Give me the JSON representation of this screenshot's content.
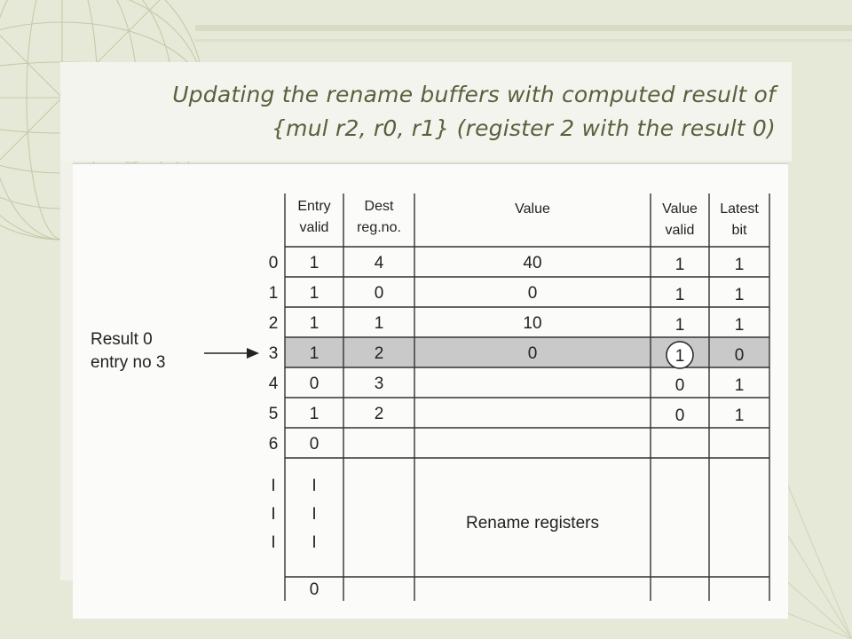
{
  "slide": {
    "title_line1": "Updating the rename buffers with computed result of",
    "title_line2": "{mul r2, r0, r1} (register 2 with the result 0)"
  },
  "figure": {
    "headers": {
      "entry_valid_1": "Entry",
      "entry_valid_2": "valid",
      "dest_1": "Dest",
      "dest_2": "reg.no.",
      "value": "Value",
      "value_valid_1": "Value",
      "value_valid_2": "valid",
      "latest_1": "Latest",
      "latest_2": "bit"
    },
    "rows": [
      {
        "index": "0",
        "entry_valid": "1",
        "dest": "4",
        "value": "40",
        "value_valid": "1",
        "latest": "1"
      },
      {
        "index": "1",
        "entry_valid": "1",
        "dest": "0",
        "value": "0",
        "value_valid": "1",
        "latest": "1"
      },
      {
        "index": "2",
        "entry_valid": "1",
        "dest": "1",
        "value": "10",
        "value_valid": "1",
        "latest": "1"
      },
      {
        "index": "3",
        "entry_valid": "1",
        "dest": "2",
        "value": "0",
        "value_valid": "1",
        "latest": "0",
        "highlighted": true
      },
      {
        "index": "4",
        "entry_valid": "0",
        "dest": "3",
        "value": "",
        "value_valid": "0",
        "latest": "1"
      },
      {
        "index": "5",
        "entry_valid": "1",
        "dest": "2",
        "value": "",
        "value_valid": "0",
        "latest": "1"
      },
      {
        "index": "6",
        "entry_valid": "0",
        "dest": "",
        "value": "",
        "value_valid": "",
        "latest": ""
      }
    ],
    "ellipsis_mark": "I",
    "last_entry_valid": "0",
    "rename_label": "Rename registers",
    "result_label_1": "Result 0",
    "result_label_2": "entry no 3",
    "highlight_color": "#c9c9c9"
  }
}
